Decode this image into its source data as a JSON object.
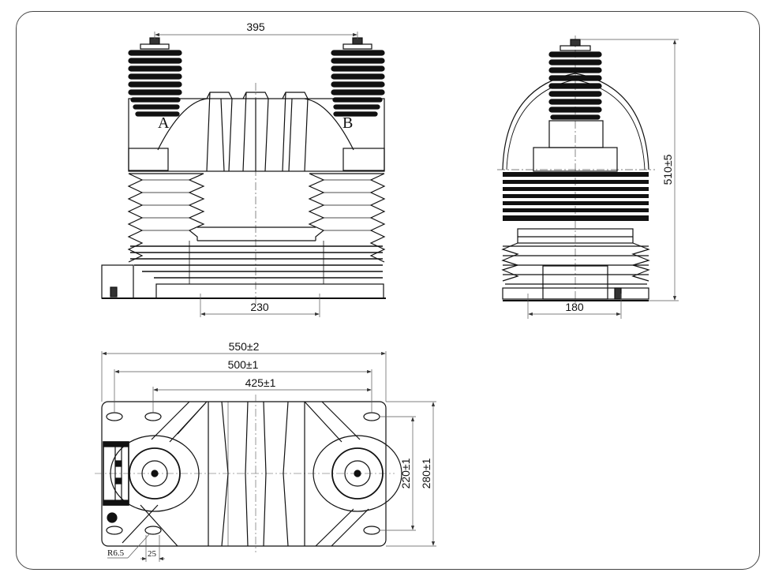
{
  "drawing": {
    "type": "technical-drawing",
    "subject": "cast-resin voltage transformer, three orthographic views",
    "stroke_color": "#111111",
    "dim_line_color": "#555555",
    "frame_color": "#444444"
  },
  "front_view": {
    "terminal_labels": [
      "A",
      "B"
    ],
    "dim_terminal_spacing": "395",
    "dim_base_mount": "230"
  },
  "side_view": {
    "dim_height": "510±5",
    "dim_base_mount": "180"
  },
  "top_view": {
    "dim_overall_length": "550±2",
    "dim_hole_spacing_outer": "500±1",
    "dim_hole_spacing_inner": "425±1",
    "dim_hole_spacing_vertical": "220±1",
    "dim_overall_width": "280±1",
    "dim_slot_radius": "R6.5",
    "dim_slot_length": "25"
  }
}
